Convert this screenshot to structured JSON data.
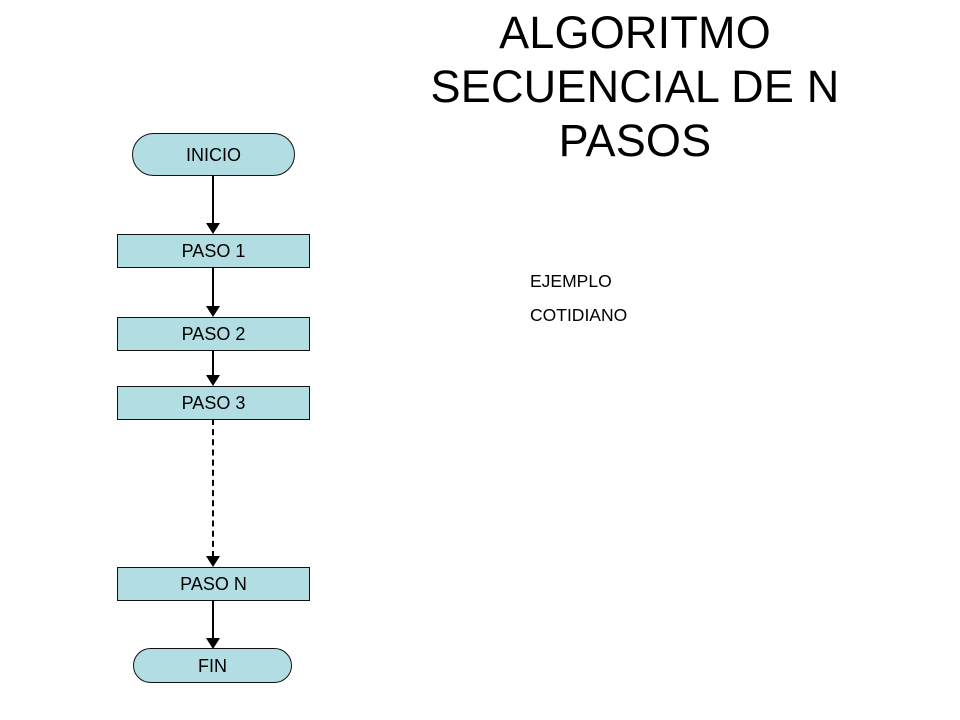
{
  "slide": {
    "background_color": "#ffffff",
    "title_lines": [
      "ALGORITMO",
      "SECUENCIAL DE N",
      "PASOS"
    ],
    "caption_lines": [
      "EJEMPLO",
      "COTIDIANO"
    ]
  },
  "theme": {
    "node_fill": "#b2dee3",
    "node_border": "#111111",
    "text_color": "#000000",
    "connector_color": "#000000"
  },
  "flowchart": {
    "nodes": [
      {
        "id": "inicio",
        "label": "INICIO",
        "shape": "terminator"
      },
      {
        "id": "paso1",
        "label": "PASO 1",
        "shape": "process"
      },
      {
        "id": "paso2",
        "label": "PASO 2",
        "shape": "process"
      },
      {
        "id": "paso3",
        "label": "PASO 3",
        "shape": "process"
      },
      {
        "id": "pason",
        "label": "PASO N",
        "shape": "process"
      },
      {
        "id": "fin",
        "label": "FIN",
        "shape": "terminator"
      }
    ],
    "connectors": [
      {
        "id": "conn-1",
        "from": "inicio",
        "to": "paso1",
        "style": "solid",
        "arrow": "down"
      },
      {
        "id": "conn-2",
        "from": "paso1",
        "to": "paso2",
        "style": "solid",
        "arrow": "down"
      },
      {
        "id": "conn-3",
        "from": "paso2",
        "to": "paso3",
        "style": "solid",
        "arrow": "down"
      },
      {
        "id": "conn-4",
        "from": "paso3",
        "to": "pason",
        "style": "dashed",
        "arrow": "down"
      },
      {
        "id": "conn-5",
        "from": "pason",
        "to": "fin",
        "style": "solid",
        "arrow": "down"
      }
    ]
  }
}
